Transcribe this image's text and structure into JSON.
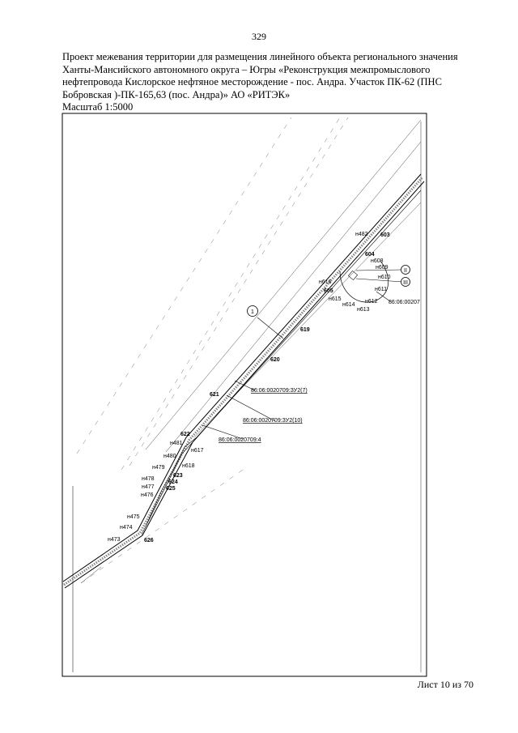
{
  "page_number": "329",
  "title_lines": [
    "Проект межевания  территории для размещения линейного объекта регионального значения",
    "Ханты-Мансийского автономного округа – Югры  «Реконструкция межпромыслового",
    "нефтепровода Кислорское нефтяное месторождение - пос. Андра. Участок ПК-62 (ПНС",
    "Бобровская )-ПК-165,63 (пос. Андра)» АО «РИТЭК»"
  ],
  "scale": "Масштаб 1:5000",
  "sheet": "Лист 10 из 70",
  "map": {
    "points": {
      "n482": "н482",
      "p603": "603",
      "p604": "604",
      "n608": "н608",
      "n609": "н609",
      "n610": "н610",
      "n611": "н611",
      "n612": "н612",
      "n613": "н613",
      "n614": "н614",
      "n615": "н615",
      "p605": "605",
      "n616": "н616",
      "p619": "619",
      "p620": "620",
      "p621": "621",
      "p622": "622",
      "n481": "н481",
      "n617": "н617",
      "n480": "н480",
      "n618": "н618",
      "n479": "н479",
      "p623": "623",
      "n478": "н478",
      "p624": "624",
      "n477": "н477",
      "p625": "625",
      "n476": "н476",
      "n475": "н475",
      "n474": "н474",
      "n473": "н473",
      "p626": "626"
    },
    "callouts": {
      "c1": "1",
      "c2": "II",
      "c3": "III"
    },
    "cadastral": {
      "k1": "86:06:00207",
      "k2": "86:06:0020709:ЗУ2(7)",
      "k3": "86:06:0020709:ЗУ2(10)",
      "k4": "86:06:0020709:4"
    }
  }
}
